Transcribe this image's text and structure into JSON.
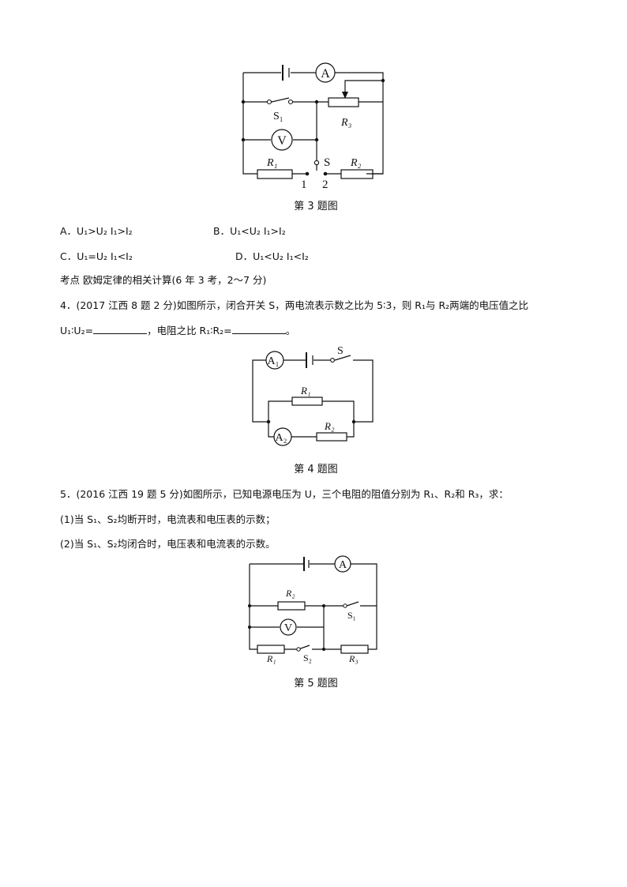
{
  "fig3": {
    "ammeter": "A",
    "voltmeter": "V",
    "switch_s1": "S₁",
    "switch_s": "S",
    "r1": "R₁",
    "r2": "R₂",
    "r3": "R₃",
    "pos1": "1",
    "pos2": "2",
    "caption": "第 3 题图"
  },
  "q3": {
    "optA": "A．U₁>U₂  I₁>I₂",
    "optB": "B．U₁<U₂  I₁>I₂",
    "optC": "C．U₁=U₂  I₁<I₂",
    "optD": "D．U₁<U₂  I₁<I₂"
  },
  "topic": "考点 欧姆定律的相关计算(6 年 3 考，2～7 分)",
  "q4": {
    "line1": "4．(2017 江西 8 题 2 分)如图所示，闭合开关 S，两电流表示数之比为 5∶3，则 R₁与 R₂两端的电压值之比",
    "line2_a": "U₁∶U₂=",
    "line2_b": "，电阻之比 R₁∶R₂=",
    "line2_c": "。"
  },
  "fig4": {
    "a1": "A₁",
    "a2": "A₂",
    "s": "S",
    "r1": "R₁",
    "r2": "R₂",
    "caption": "第 4 题图"
  },
  "q5": {
    "line1": "5．(2016 江西 19 题 5 分)如图所示，已知电源电压为 U，三个电阻的阻值分别为 R₁、R₂和 R₃，求：",
    "part1": "(1)当 S₁、S₂均断开时，电流表和电压表的示数；",
    "part2": "(2)当 S₁、S₂均闭合时，电压表和电流表的示数。"
  },
  "fig5": {
    "a": "A",
    "v": "V",
    "r1": "R₁",
    "r2": "R₂",
    "r3": "R₃",
    "s1": "S₁",
    "s2": "S₂",
    "caption": "第 5 题图"
  }
}
